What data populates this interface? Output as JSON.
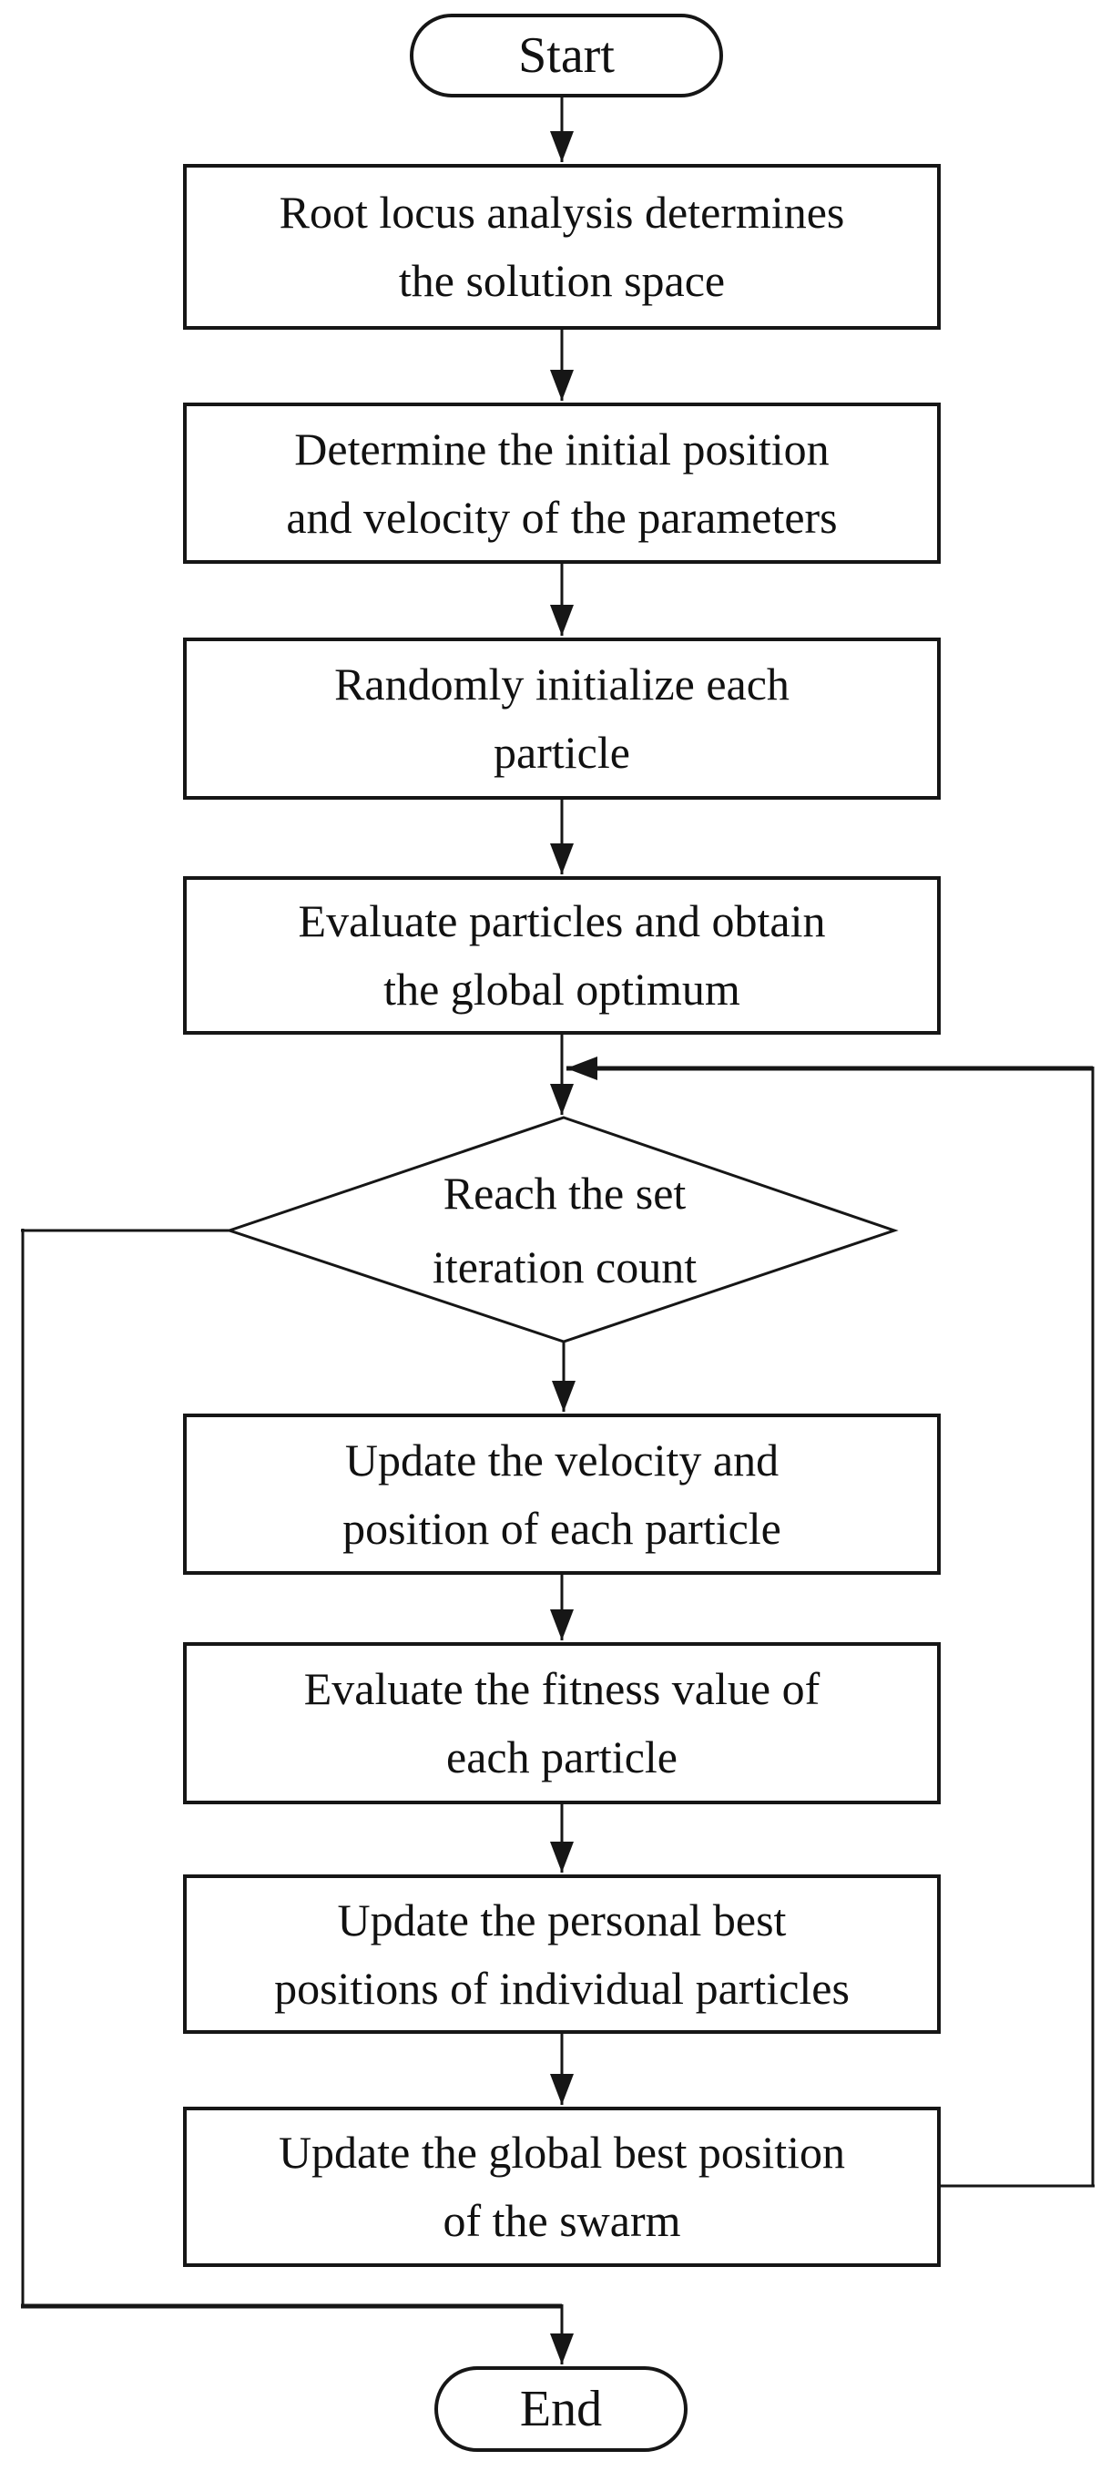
{
  "flowchart": {
    "background": "#ffffff",
    "ink": "#161616",
    "nodes": {
      "start": {
        "shape": "terminator",
        "label": "Start"
      },
      "root_locus": {
        "shape": "process",
        "lines": [
          "Root locus analysis determines",
          "the solution space"
        ]
      },
      "init_position": {
        "shape": "process",
        "lines": [
          "Determine the initial position",
          "and velocity of the parameters"
        ]
      },
      "random_init": {
        "shape": "process",
        "lines": [
          "Randomly initialize each",
          "particle"
        ]
      },
      "evaluate_particles": {
        "shape": "process",
        "lines": [
          "Evaluate particles and obtain",
          "the global optimum"
        ]
      },
      "iteration_check": {
        "shape": "decision",
        "lines": [
          "Reach the set",
          "iteration count"
        ]
      },
      "update_velocity": {
        "shape": "process",
        "lines": [
          "Update the velocity and",
          "position of each particle"
        ]
      },
      "evaluate_fitness": {
        "shape": "process",
        "lines": [
          "Evaluate the fitness value of",
          "each particle"
        ]
      },
      "update_personal_best": {
        "shape": "process",
        "lines": [
          "Update the personal best",
          "positions of individual particles"
        ]
      },
      "update_global_best": {
        "shape": "process",
        "lines": [
          "Update the global best position",
          "of the swarm"
        ]
      },
      "end": {
        "shape": "terminator",
        "label": "End"
      }
    }
  }
}
